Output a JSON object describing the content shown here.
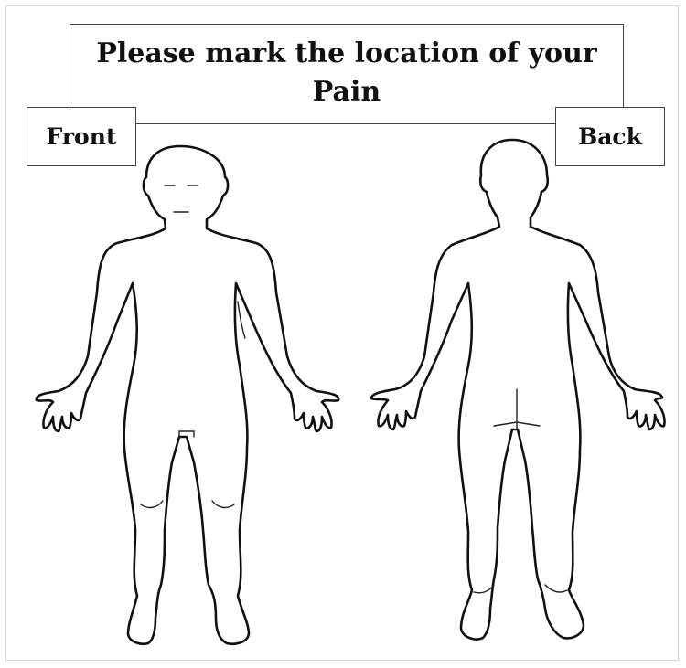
{
  "title": {
    "line1": "Please mark the location of your",
    "line2": "Pain"
  },
  "labels": {
    "front": "Front",
    "back": "Back"
  }
}
